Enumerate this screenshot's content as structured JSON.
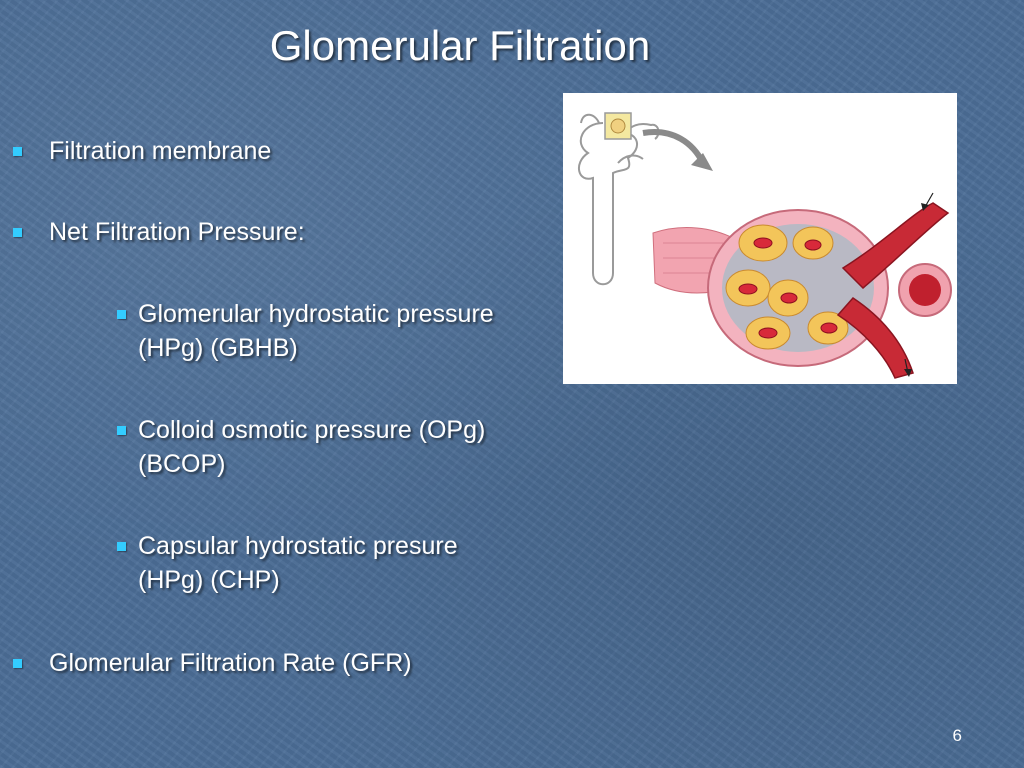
{
  "slide": {
    "title": "Glomerular Filtration",
    "bullets": [
      {
        "level": 1,
        "text": "Filtration membrane"
      },
      {
        "level": 1,
        "text": "Net Filtration Pressure:"
      },
      {
        "level": 2,
        "lines": [
          "Glomerular hydrostatic pressure",
          "(HPg) (GBHB)"
        ]
      },
      {
        "level": 2,
        "lines": [
          "Colloid osmotic pressure (OPg)",
          "(BCOP)"
        ]
      },
      {
        "level": 2,
        "lines": [
          "Capsular hydrostatic presure",
          "(HPg) (CHP)"
        ]
      },
      {
        "level": 1,
        "text": "Glomerular Filtration Rate (GFR)"
      }
    ],
    "page_number": "6",
    "colors": {
      "background": "#4c6e97",
      "text": "#ffffff",
      "bullet_marker": "#33ccff"
    },
    "figure": {
      "icon": "glomerulus-illustration"
    }
  }
}
